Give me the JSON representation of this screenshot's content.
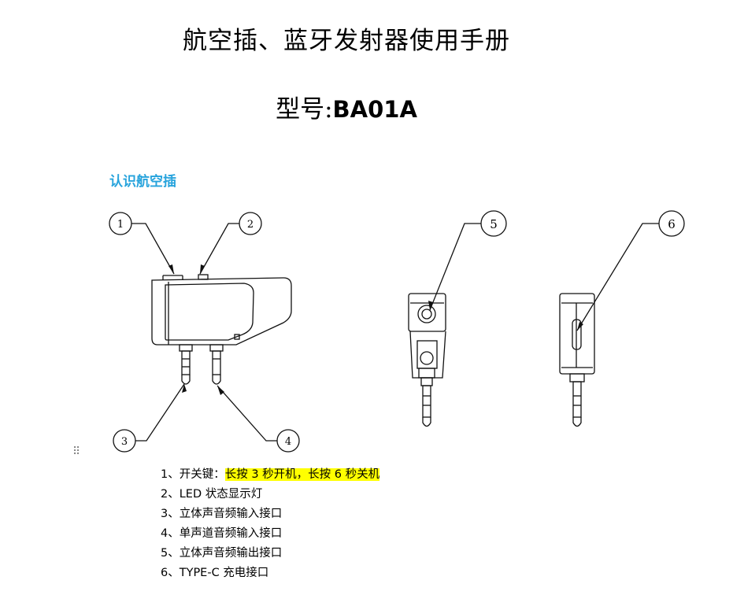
{
  "document": {
    "title": "航空插、蓝牙发射器使用手册",
    "model_label": "型号:",
    "model_code": "BA01A",
    "section_heading": "认识航空插"
  },
  "callouts": [
    "1",
    "2",
    "3",
    "4",
    "5",
    "6"
  ],
  "items": [
    {
      "prefix": "1、开关键：",
      "highlight": "长按 3 秒开机，长按 6 秒关机"
    },
    {
      "prefix": "2、LED 状态显示灯",
      "highlight": ""
    },
    {
      "prefix": "3、立体声音频输入接口",
      "highlight": ""
    },
    {
      "prefix": "4、单声道音频输入接口",
      "highlight": ""
    },
    {
      "prefix": "5、立体声音频输出接口",
      "highlight": ""
    },
    {
      "prefix": "6、TYPE-C 充电接口",
      "highlight": ""
    }
  ],
  "colors": {
    "section_heading": "#27a3dc",
    "highlight": "#ffff00"
  },
  "icons": {
    "drag_handle": "drag-handle-icon"
  }
}
